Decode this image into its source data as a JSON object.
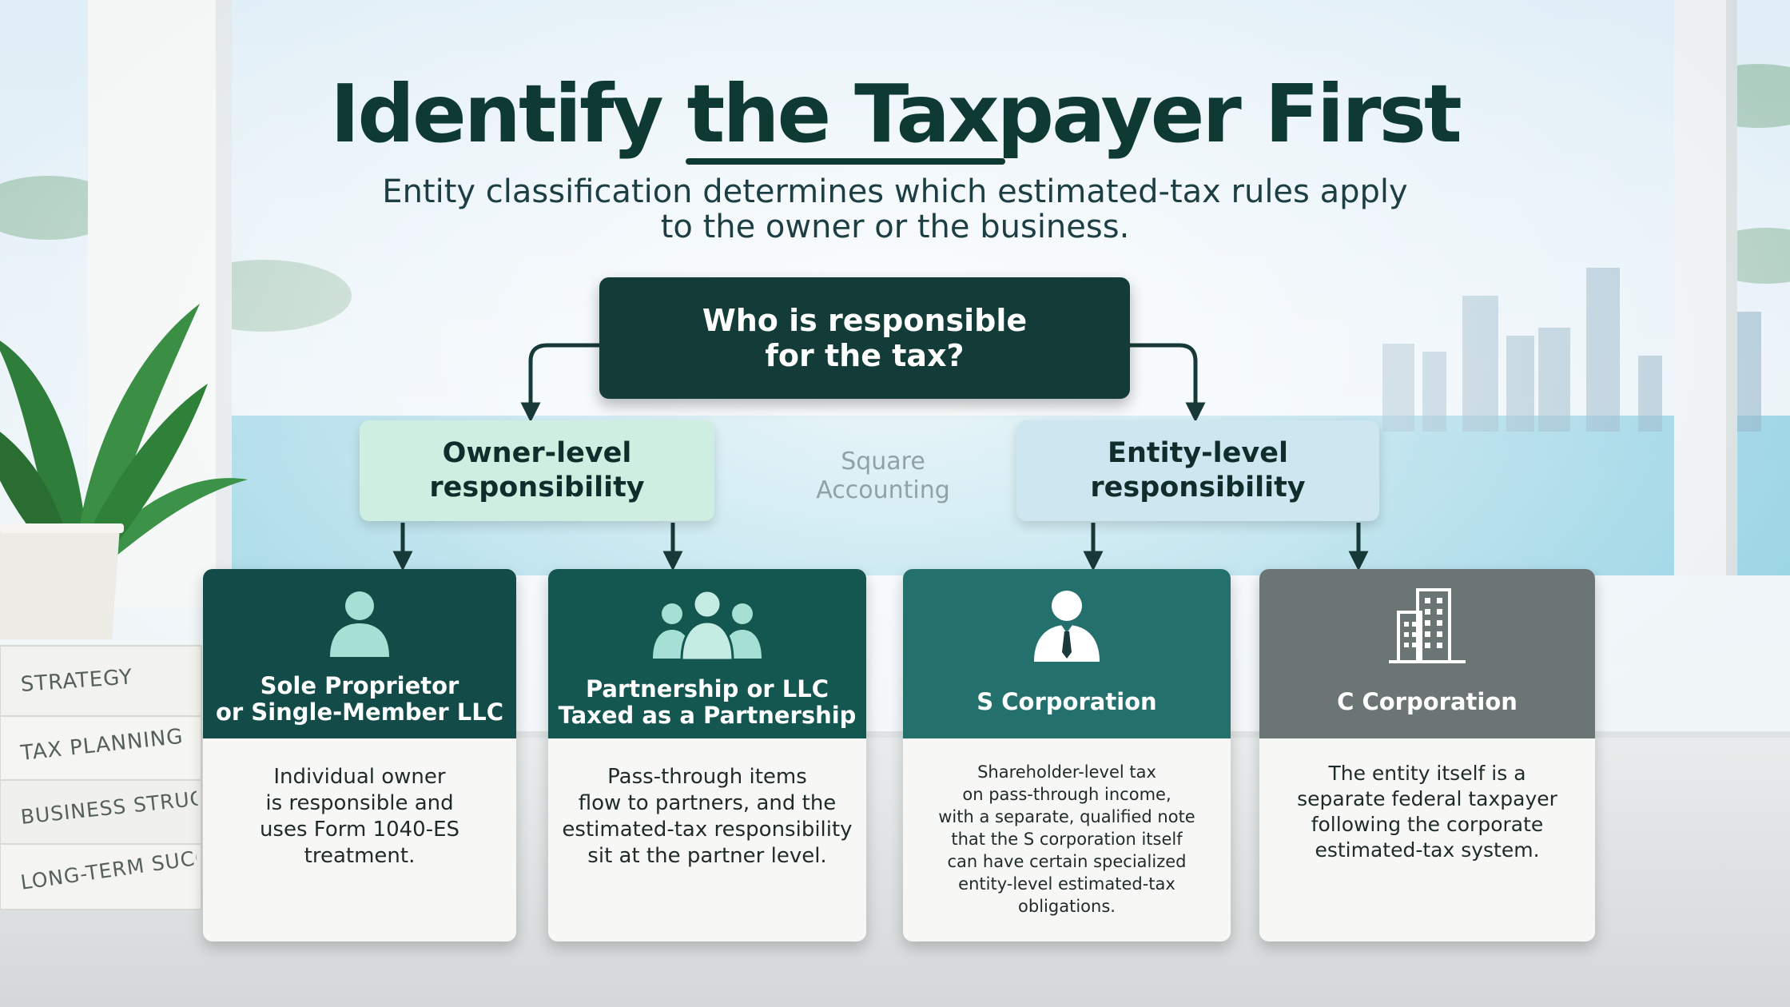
{
  "title": "Identify the Taxpayer First",
  "subtitle_line1": "Entity classification determines which estimated-tax rules apply",
  "subtitle_line2": "to the owner or the business.",
  "question": {
    "line1": "Who is responsible",
    "line2": "for the tax?"
  },
  "levels": {
    "owner": {
      "line1": "Owner-level",
      "line2": "responsibility"
    },
    "entity": {
      "line1": "Entity-level",
      "line2": "responsibility"
    }
  },
  "watermark": {
    "line1": "Square",
    "line2": "Accounting"
  },
  "books": [
    "STRATEGY",
    "TAX PLANNING",
    "BUSINESS STRUCTURE",
    "LONG-TERM SUCCESS"
  ],
  "cards": [
    {
      "title_lines": [
        "Sole Proprietor",
        "or Single-Member LLC"
      ],
      "desc_lines": [
        "Individual owner",
        "is responsible and",
        "uses Form 1040-ES",
        "treatment."
      ],
      "icon": "person-icon"
    },
    {
      "title_lines": [
        "Partnership or LLC",
        "Taxed as a Partnership"
      ],
      "desc_lines": [
        "Pass-through items",
        "flow to partners, and the",
        "estimated-tax responsibility",
        "sit at the partner level."
      ],
      "icon": "group-icon"
    },
    {
      "title_lines": [
        "S Corporation"
      ],
      "desc_lines": [
        "Shareholder-level tax",
        "on pass-through income,",
        "with a separate, qualified note",
        "that the S corporation itself",
        "can have certain specialized",
        "entity-level estimated-tax",
        "obligations."
      ],
      "icon": "businessperson-icon"
    },
    {
      "title_lines": [
        "C Corporation"
      ],
      "desc_lines": [
        "The entity itself is a",
        "separate federal taxpayer",
        "following the corporate",
        "estimated-tax system."
      ],
      "icon": "building-icon"
    }
  ],
  "colors": {
    "title": "#0f3a34",
    "top_box": "#133c38",
    "owner_box": "#cdeee0",
    "entity_box": "#cde6f0",
    "card1_header": "#124b47",
    "card2_header": "#145650",
    "card3_header": "#24706d",
    "card4_header": "#6b7574",
    "icon_mint": "#a6e0d4"
  }
}
